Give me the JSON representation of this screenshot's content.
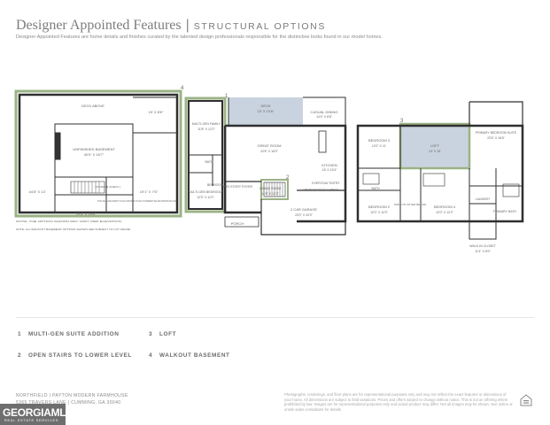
{
  "header": {
    "title": "Designer Appointed Features",
    "separator": "|",
    "subtitle": "STRUCTURAL OPTIONS",
    "description": "Designer Appointed Features are home details and finishes curated by the talented design professionals responsible for the distinctive looks found in our model homes."
  },
  "basement": {
    "marker": "4",
    "deck": "DECK ABOVE",
    "deck_dims": "15' X 8'6\"",
    "room": "UNFINISHED BASEMENT",
    "room_dims": "40'0\" X 16'7\"",
    "storage": "STORAGE (UNEXC.)",
    "side_dims": "44'8\" X 13'",
    "dims_a": "19'1\" X 7'6\"",
    "dims_b": "20'4\" X 16'8\"",
    "note1": "NOTE: DECKS ARE SUBJECT TO THE CONDITIONS OF THE LOT. BASEMENT SIZE AND WINDOWS MAY VARY.",
    "note2": "NOTE: THE OPTION SHOWN MAY VARY PER ELEVATION.",
    "note3": "NOTE: ALL WALKOUT BASEMENT OPTIONS SHOWN ARE SUBJECT TO LOT GRADE."
  },
  "main_floor": {
    "marker_1": "1",
    "marker_2": "2",
    "deck": "DECK",
    "deck_dims": "23' X 10'6\"",
    "casual_dining": "CASUAL DINING",
    "casual_dims": "14'4\" X 8'8\"",
    "great_room": "GREAT ROOM",
    "great_room_dims": "22'6\" X 16'0\"",
    "kitchen": "KITCHEN",
    "kitchen_dims": "16' X 13'4\"",
    "mg_family": "MULTI-GEN FAMILY",
    "mg_family_dims": "11'8\" X 12'2\"",
    "bath": "BATH",
    "bedroom": "BEDROOM",
    "mg_bedroom": "MULTI-GEN BEDROOM",
    "mg_bedroom_dims": "12'0\" X 11'0\"",
    "two_story": "TWO STORY FOYER",
    "dining": "DINING ROOM",
    "dining_dims": "14'8\" X 12'2\"",
    "everyday": "EVERYDAY ENTRY",
    "garage_note": "CREATE ROOM TO GARAGE",
    "garage": "2 CAR GARAGE",
    "garage_dims": "23'0\" X 20'0\"",
    "porch": "PORCH"
  },
  "upper_floor": {
    "marker": "3",
    "bedroom3": "BEDROOM 3",
    "bedroom3_dims": "12'0\" X 11'",
    "loft": "LOFT",
    "loft_dims": "23' X 15'",
    "primary": "PRIMARY BEDROOM SUITE",
    "primary_dims": "23'6\" X 16'6\"",
    "bath": "BATH",
    "open_to": "OPEN TO FOYER BELOW",
    "bedroom2": "BEDROOM 2",
    "bedroom2_dims": "12'0\" X 12'0\"",
    "bedroom4": "BEDROOM 4",
    "bedroom4_dims": "12'0\" X 12'2\"",
    "laundry": "LAUNDRY",
    "primary_bath": "PRIMARY BATH",
    "walk_in": "WALK-IN CLOSET",
    "walk_in_dims": "11'4\" X 8'0\""
  },
  "features": [
    {
      "num": "1",
      "label": "MULTI-GEN SUITE ADDITION"
    },
    {
      "num": "2",
      "label": "OPEN STAIRS TO LOWER LEVEL"
    },
    {
      "num": "3",
      "label": "LOFT"
    },
    {
      "num": "4",
      "label": "WALKOUT BASEMENT"
    }
  ],
  "footer": {
    "line1": "NORTHFIELD  |  PAYTON MODERN FARMHOUSE",
    "line2": "5365 TRAVERS LANE  |  CUMMING, GA 30040",
    "disclaimer": "Photographs, renderings, and floor plans are for representational purposes only and may not reflect the exact features or dimensions of your home. All dimensions are subject to field variations. Prices and offers subject to change without notice. This is not an offering where prohibited by law. Images are for representational purposes only and actual product may differ. Not all images may be shown. See online or onsite sales consultants for details.",
    "logo_main": "GEORGIAMLS",
    "logo_sub": "REAL ESTATE SERVICES"
  },
  "colors": {
    "highlight_green": "#9bb386",
    "highlight_fill": "#c9d3df",
    "wall": "#2f2f2f"
  }
}
